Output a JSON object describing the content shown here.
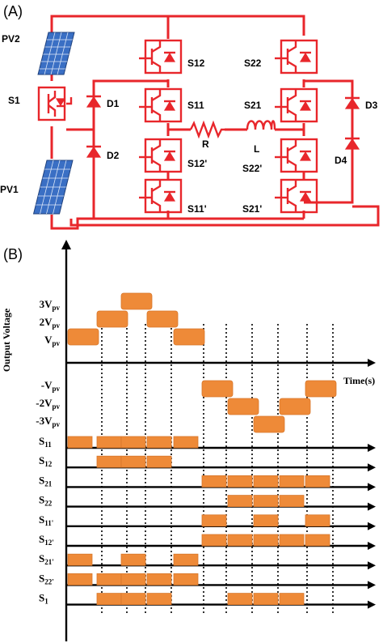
{
  "panel_a": {
    "label": "(A)",
    "components": {
      "pv2": "PV2",
      "pv1": "PV1",
      "s1": "S1",
      "d1": "D1",
      "d2": "D2",
      "d3": "D3",
      "d4": "D4",
      "s12": "S12",
      "s11": "S11",
      "s12p": "S12'",
      "s11p": "S11'",
      "s22": "S22",
      "s21": "S21",
      "s22p": "S22'",
      "s21p": "S21'",
      "r": "R",
      "l": "L"
    },
    "colors": {
      "circuit": "#e8262b",
      "pv_panel": "#3a6fc4"
    }
  },
  "panel_b": {
    "label": "(B)",
    "y_axis_title": "Output Voltage",
    "x_axis_title": "Time(s)",
    "voltage_levels": [
      {
        "base": "3V",
        "sub": "pv",
        "level": 3
      },
      {
        "base": "2V",
        "sub": "pv",
        "level": 2
      },
      {
        "base": "V",
        "sub": "pv",
        "level": 1
      },
      {
        "base": "-V",
        "sub": "pv",
        "level": -1
      },
      {
        "base": "-2V",
        "sub": "pv",
        "level": -2
      },
      {
        "base": "-3V",
        "sub": "pv",
        "level": -3
      }
    ],
    "signals": [
      {
        "base": "S",
        "sub": "11"
      },
      {
        "base": "S",
        "sub": "12"
      },
      {
        "base": "S",
        "sub": "21"
      },
      {
        "base": "S",
        "sub": "22"
      },
      {
        "base": "S",
        "sub": "11'"
      },
      {
        "base": "S",
        "sub": "12'"
      },
      {
        "base": "S",
        "sub": "21'"
      },
      {
        "base": "S",
        "sub": "22'"
      },
      {
        "base": "S",
        "sub": "1"
      }
    ],
    "colors": {
      "bar": "#ee8a38",
      "axis": "#000000"
    }
  },
  "chart_data": {
    "type": "step",
    "xlabel": "Time(s)",
    "ylabel": "Output Voltage",
    "intervals": 11,
    "output_voltage_levels": [
      1,
      2,
      3,
      2,
      1,
      -1,
      -2,
      -3,
      -2,
      -1
    ],
    "switching_states": {
      "S11": [
        1,
        1,
        1,
        1,
        1,
        0,
        0,
        0,
        0,
        0
      ],
      "S12": [
        0,
        1,
        1,
        1,
        0,
        0,
        0,
        0,
        0,
        0
      ],
      "S21": [
        0,
        0,
        0,
        0,
        0,
        1,
        1,
        1,
        1,
        1
      ],
      "S22": [
        0,
        0,
        0,
        0,
        0,
        0,
        1,
        1,
        1,
        0
      ],
      "S11'": [
        0,
        0,
        0,
        0,
        0,
        1,
        0,
        1,
        0,
        1
      ],
      "S12'": [
        0,
        0,
        0,
        0,
        0,
        1,
        1,
        1,
        1,
        1
      ],
      "S21'": [
        1,
        0,
        1,
        0,
        1,
        0,
        0,
        0,
        0,
        0
      ],
      "S22'": [
        1,
        1,
        1,
        1,
        1,
        0,
        0,
        0,
        0,
        0
      ],
      "S1": [
        0,
        1,
        1,
        1,
        0,
        0,
        1,
        1,
        1,
        0
      ]
    }
  }
}
